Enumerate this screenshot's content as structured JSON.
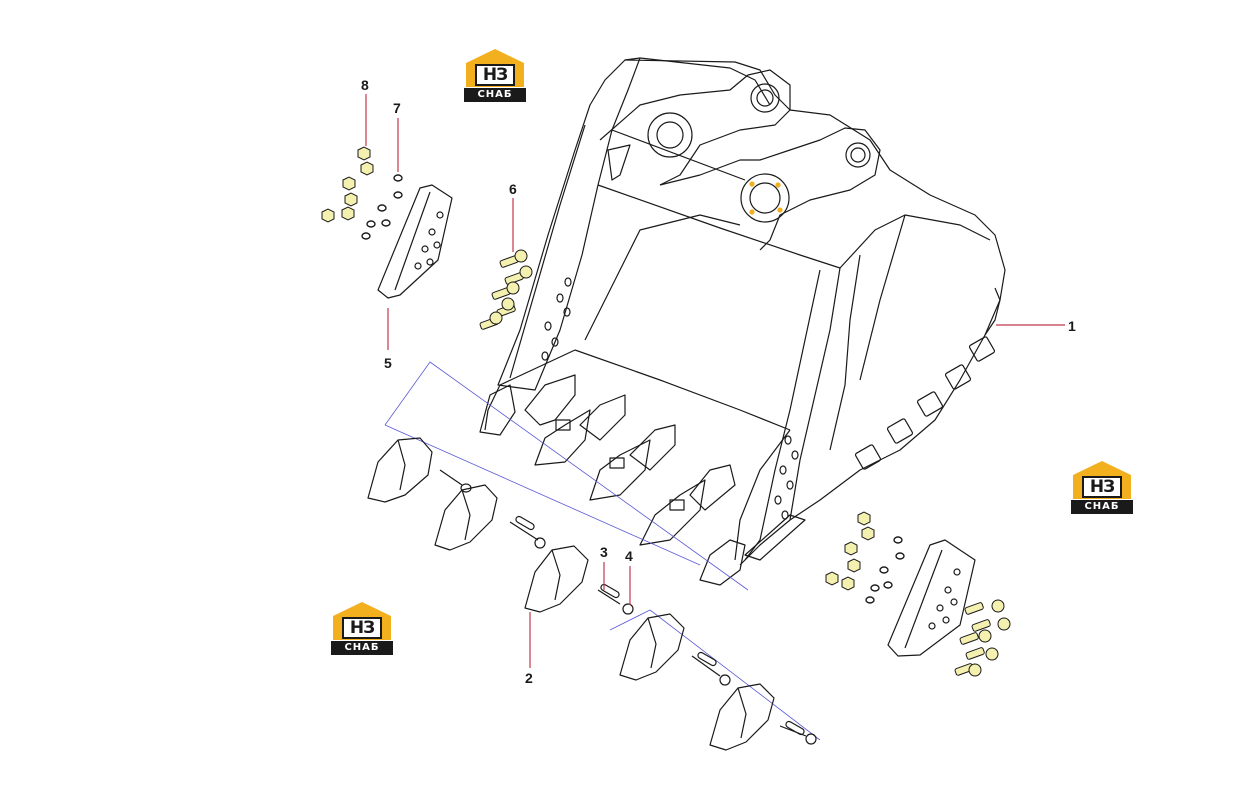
{
  "diagram": {
    "callouts": [
      {
        "id": "1",
        "label": "1"
      },
      {
        "id": "2",
        "label": "2"
      },
      {
        "id": "3",
        "label": "3"
      },
      {
        "id": "4",
        "label": "4"
      },
      {
        "id": "5",
        "label": "5"
      },
      {
        "id": "6",
        "label": "6"
      },
      {
        "id": "7",
        "label": "7"
      },
      {
        "id": "8",
        "label": "8"
      }
    ],
    "watermark": {
      "mark": "НЗ",
      "word": "СНАБ"
    },
    "colors": {
      "line": "#1a1a1a",
      "leader": "#c0394d",
      "axis": "#5b5bd6",
      "accent": "#f2b01e",
      "bolt": "#f4f0b0"
    }
  }
}
